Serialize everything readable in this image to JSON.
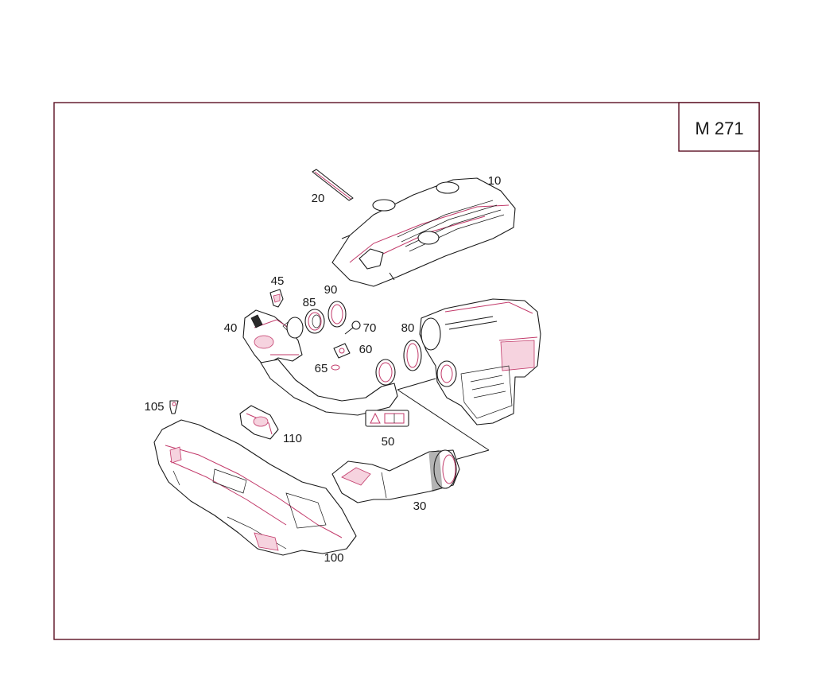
{
  "model_label": "M 271",
  "callouts": {
    "c10": "10",
    "c20": "20",
    "c30": "30",
    "c40": "40",
    "c45": "45",
    "c50": "50",
    "c60": "60",
    "c65": "65",
    "c70": "70",
    "c80": "80",
    "c85": "85",
    "c90": "90",
    "c100": "100",
    "c105": "105",
    "c110": "110"
  },
  "colors": {
    "frame": "#5a0f22",
    "accent": "#c23a6a",
    "ink": "#1a1a1a"
  }
}
